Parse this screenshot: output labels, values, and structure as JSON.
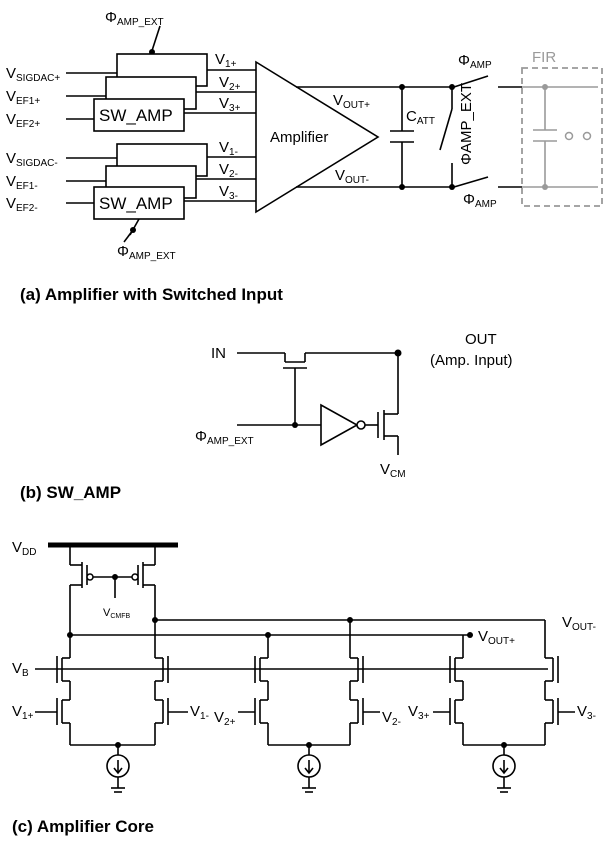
{
  "panel_a": {
    "caption": "(a) Amplifier with Switched Input",
    "phi_amp_ext_top": {
      "main": "Φ",
      "sub": "AMP_EXT"
    },
    "phi_amp_ext_bottom": {
      "main": "Φ",
      "sub": "AMP_EXT"
    },
    "inputs_pos": [
      {
        "main": "V",
        "sub": "SIGDAC+"
      },
      {
        "main": "V",
        "sub": "EF1+"
      },
      {
        "main": "V",
        "sub": "EF2+"
      }
    ],
    "inputs_neg": [
      {
        "main": "V",
        "sub": "SIGDAC-"
      },
      {
        "main": "V",
        "sub": "EF1-"
      },
      {
        "main": "V",
        "sub": "EF2-"
      }
    ],
    "outputs_pos": [
      {
        "main": "V",
        "sub": "1+"
      },
      {
        "main": "V",
        "sub": "2+"
      },
      {
        "main": "V",
        "sub": "3+"
      }
    ],
    "outputs_neg": [
      {
        "main": "V",
        "sub": "1-"
      },
      {
        "main": "V",
        "sub": "2-"
      },
      {
        "main": "V",
        "sub": "3-"
      }
    ],
    "sw_amp_label": "SW_AMP",
    "amplifier_label": "Amplifier",
    "vout_pos": {
      "main": "V",
      "sub": "OUT+"
    },
    "vout_neg": {
      "main": "V",
      "sub": "OUT-"
    },
    "catt": {
      "main": "C",
      "sub": "ATT"
    },
    "phi_amp_top": {
      "main": "Φ",
      "sub": "AMP"
    },
    "phi_amp_bottom": {
      "main": "Φ",
      "sub": "AMP"
    },
    "phi_amp_ext_vert": "ΦAMP_EXT",
    "fir_label": "FIR"
  },
  "panel_b": {
    "caption": "(b) SW_AMP",
    "in_label": "IN",
    "out_label": "OUT",
    "out_sub_label": "(Amp. Input)",
    "phi_amp_ext": {
      "main": "Φ",
      "sub": "AMP_EXT"
    },
    "vcm": {
      "main": "V",
      "sub": "CM"
    }
  },
  "panel_c": {
    "caption": "(c) Amplifier Core",
    "vdd": {
      "main": "V",
      "sub": "DD"
    },
    "vcmfb": {
      "main": "V",
      "sub": "CMFB"
    },
    "vb": {
      "main": "V",
      "sub": "B"
    },
    "vout_pos": {
      "main": "V",
      "sub": "OUT+"
    },
    "vout_neg": {
      "main": "V",
      "sub": "OUT-"
    },
    "inputs": [
      {
        "main": "V",
        "sub": "1+"
      },
      {
        "main": "V",
        "sub": "1-"
      },
      {
        "main": "V",
        "sub": "2+"
      },
      {
        "main": "V",
        "sub": "2-"
      },
      {
        "main": "V",
        "sub": "3+"
      },
      {
        "main": "V",
        "sub": "3-"
      }
    ]
  }
}
